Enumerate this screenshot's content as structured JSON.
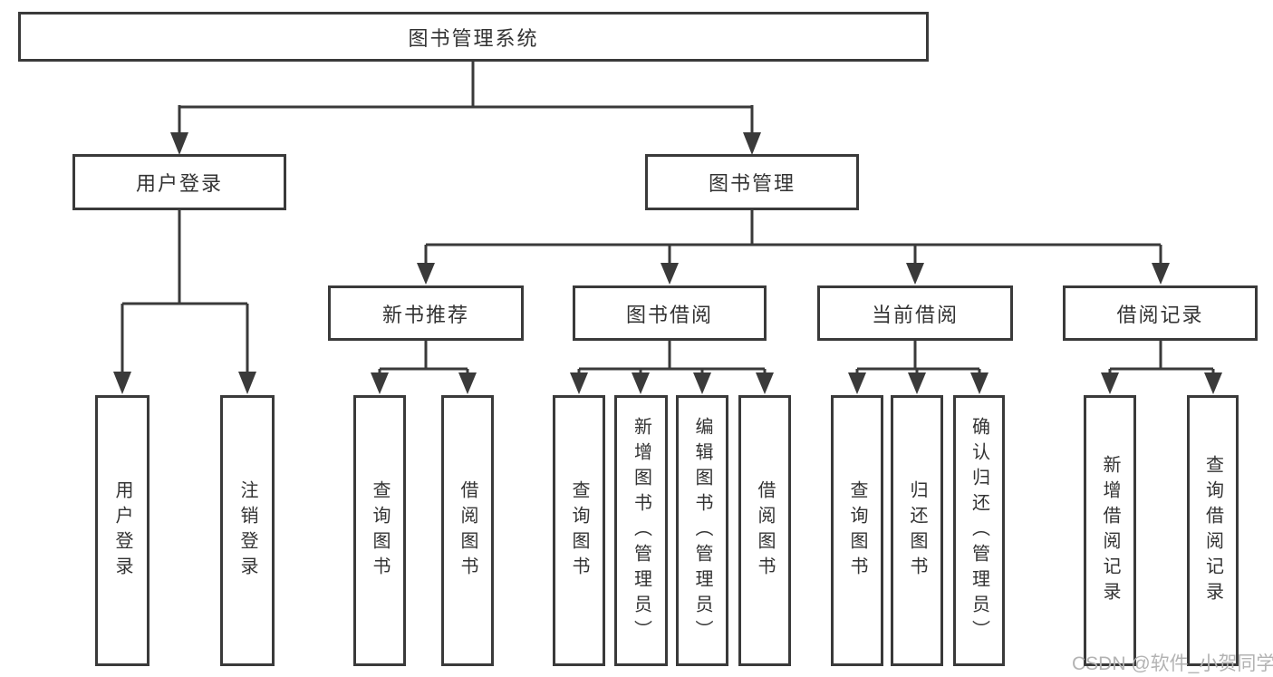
{
  "tree": {
    "root": {
      "label": "图书管理系统"
    },
    "branches": [
      {
        "label": "用户登录",
        "children": [
          {
            "label": "用户登录"
          },
          {
            "label": "注销登录"
          }
        ]
      },
      {
        "label": "图书管理",
        "groups": [
          {
            "label": "新书推荐",
            "children": [
              {
                "label": "查询图书"
              },
              {
                "label": "借阅图书"
              }
            ]
          },
          {
            "label": "图书借阅",
            "children": [
              {
                "label": "查询图书"
              },
              {
                "label": "新增图书（管理员）"
              },
              {
                "label": "编辑图书（管理员）"
              },
              {
                "label": "借阅图书"
              }
            ]
          },
          {
            "label": "当前借阅",
            "children": [
              {
                "label": "查询图书"
              },
              {
                "label": "归还图书"
              },
              {
                "label": "确认归还（管理员）"
              }
            ]
          },
          {
            "label": "借阅记录",
            "children": [
              {
                "label": "新增借阅记录"
              },
              {
                "label": "查询借阅记录"
              }
            ]
          }
        ]
      }
    ]
  },
  "watermark": {
    "text": "CSDN @软件_小贺同学"
  },
  "colors": {
    "line": "#3a3a3a",
    "border": "#3a3a3a",
    "text": "#333333",
    "background": "#ffffff",
    "watermark": "#b3b3b3"
  }
}
